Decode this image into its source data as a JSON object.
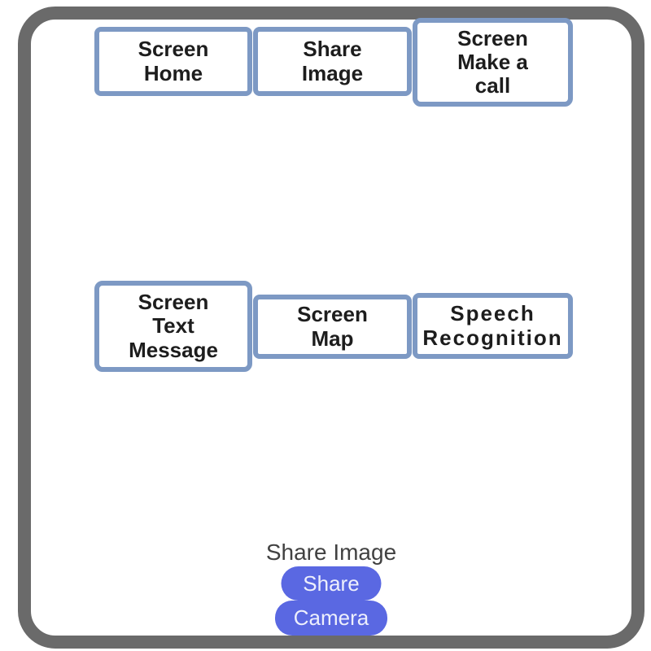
{
  "colors": {
    "frame_border": "#6a6a6a",
    "tile_border": "#7d99c4",
    "tile_text": "#1d1d1d",
    "pill_fill": "#5a68e2",
    "pill_text": "#edeffc",
    "caption_text": "#414141"
  },
  "tiles": [
    {
      "label": "Screen\nHome"
    },
    {
      "label": "Share\nImage"
    },
    {
      "label": "Screen\nMake a\ncall"
    },
    {
      "label": "Screen\nText\nMessage"
    },
    {
      "label": "Screen\nMap"
    },
    {
      "label": "Speech\nRecognition"
    }
  ],
  "bottom": {
    "caption": "Share Image",
    "share_label": "Share",
    "camera_label": "Camera"
  }
}
